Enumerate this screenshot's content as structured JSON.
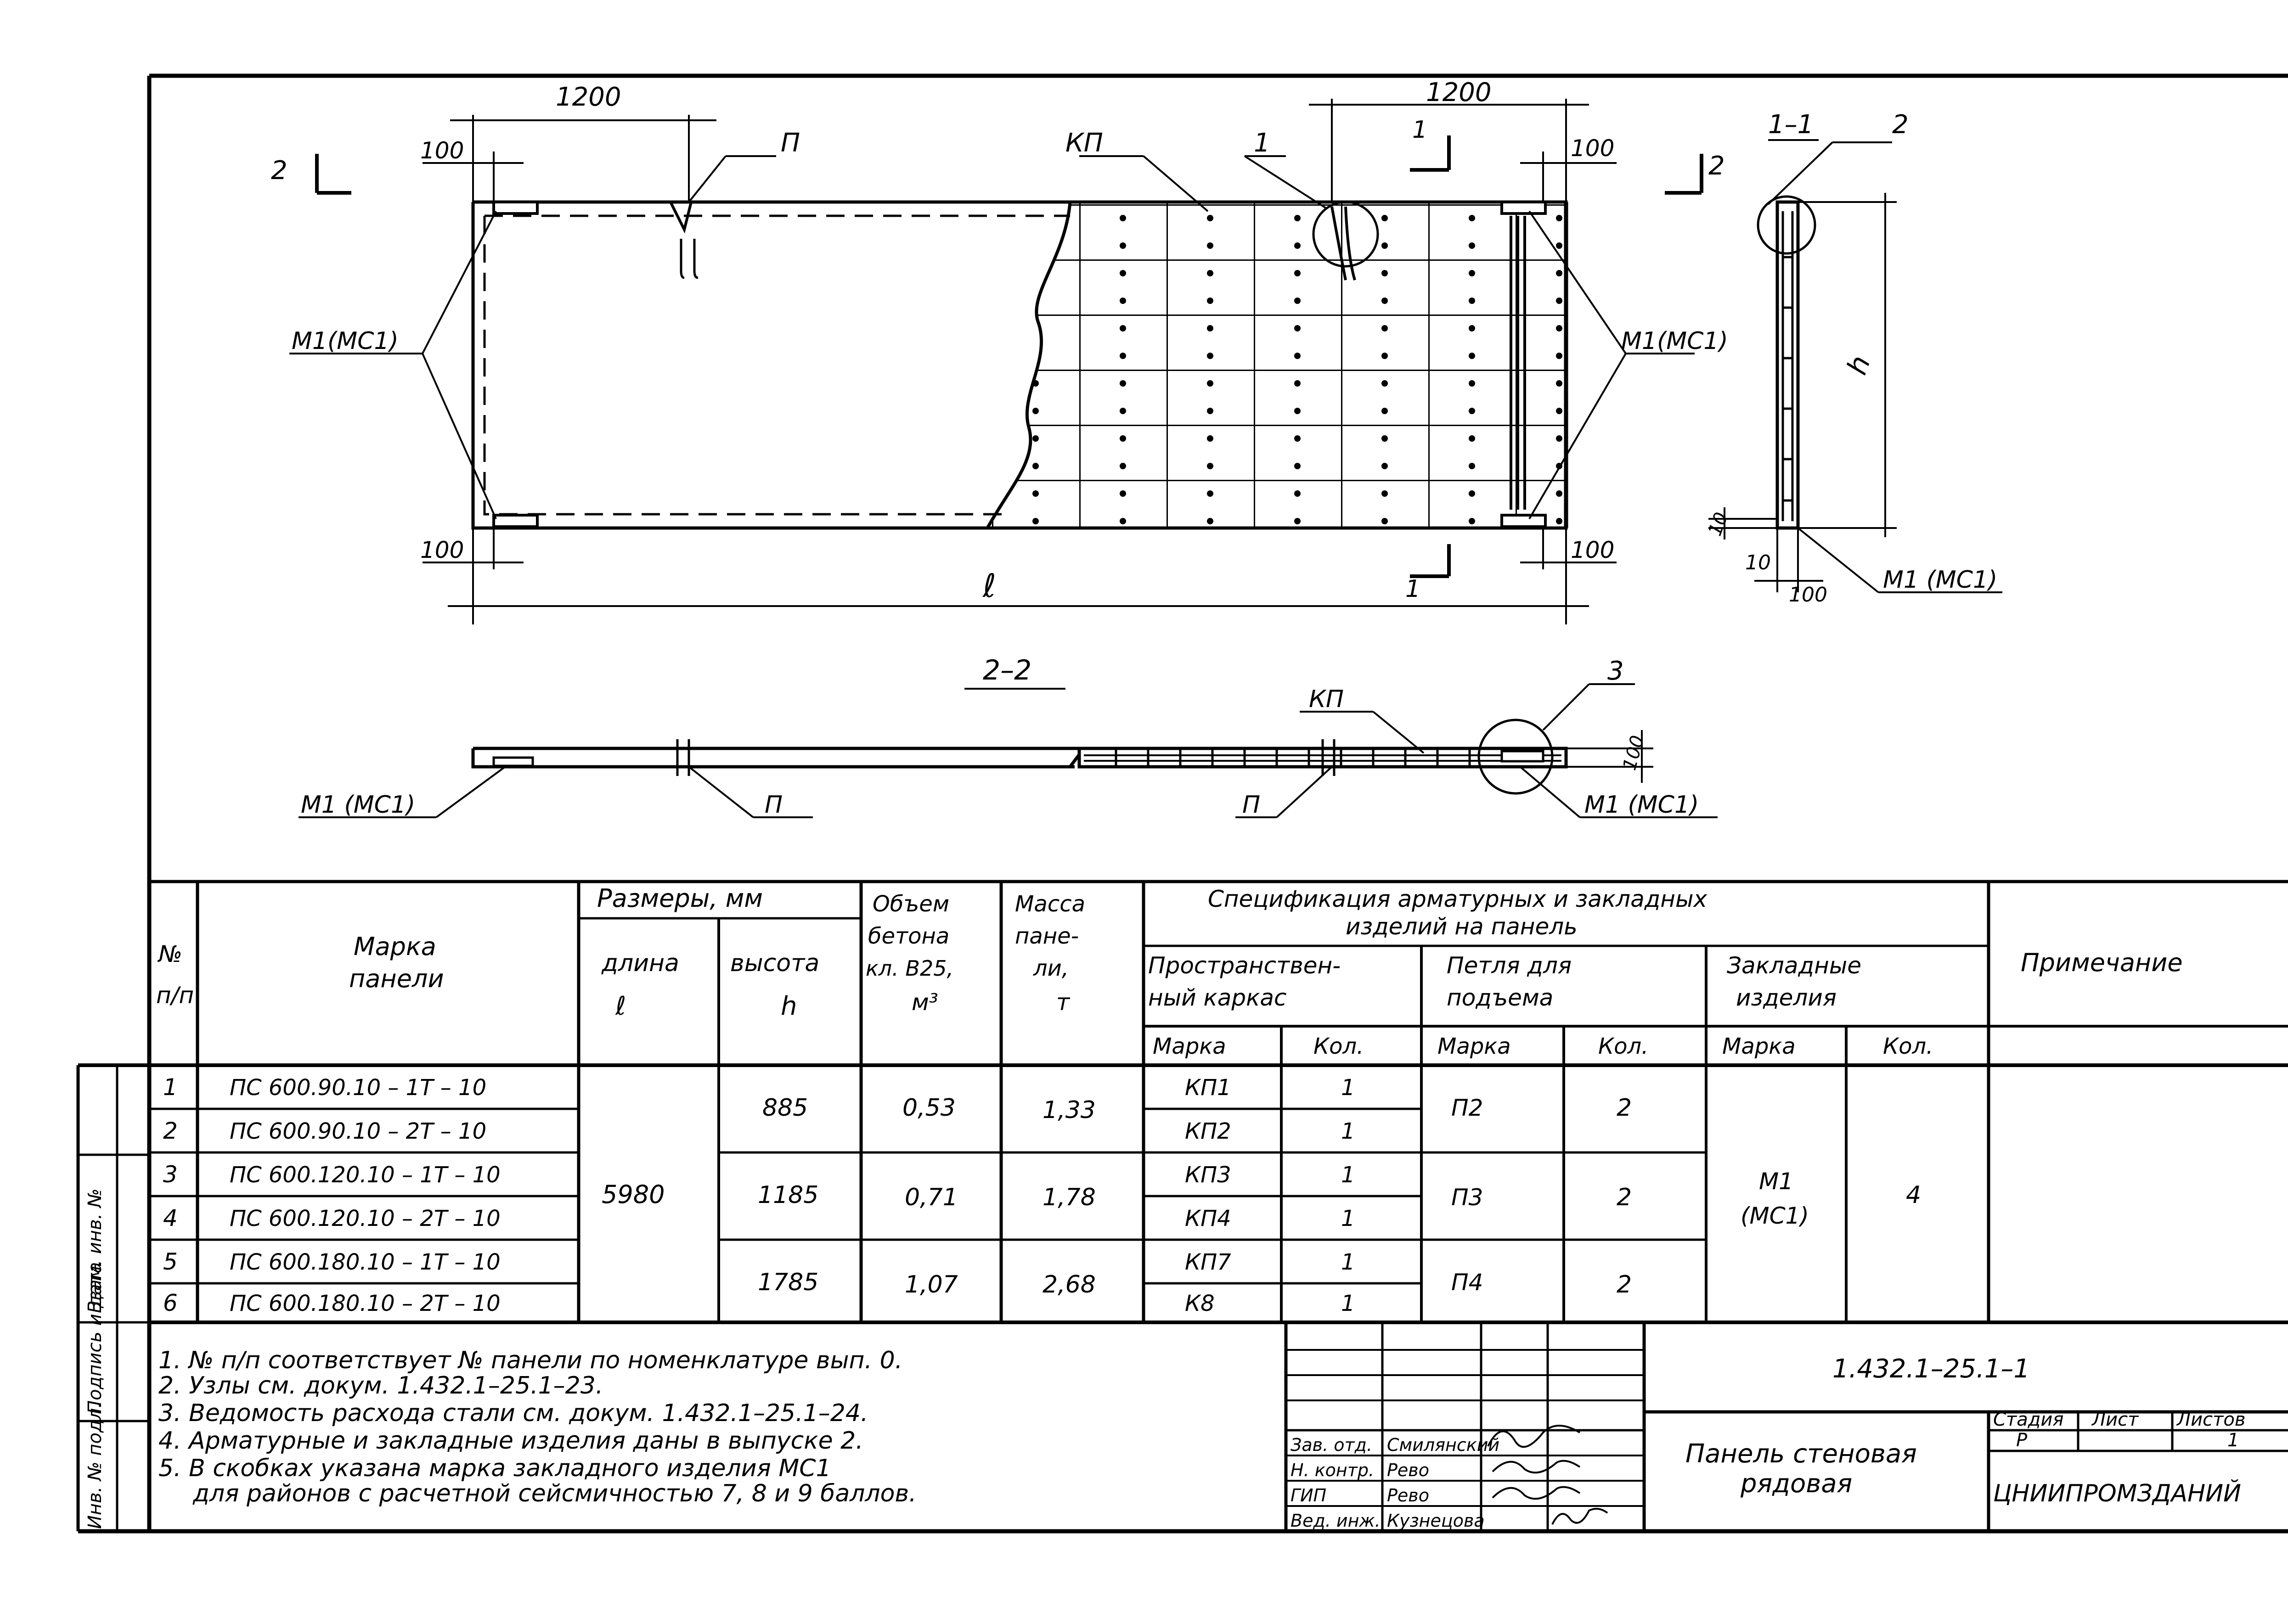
{
  "drawing": {
    "dims": {
      "d1200_left": "1200",
      "d1200_right": "1200",
      "d100_tl": "100",
      "d100_bl": "100",
      "d100_tr": "100",
      "d100_br": "100",
      "length": "ℓ",
      "sec_h": "h",
      "sec_10": "10",
      "sec_10b": "10",
      "sec_100": "100",
      "d100_22": "100"
    },
    "labels": {
      "loop_top": "П",
      "kp_top": "КП",
      "callout_1": "1",
      "cut1_top": "1",
      "cut1_bottom": "1",
      "cut2_left": "2",
      "cut2_right": "2",
      "mark_left": "М1(МС1)",
      "mark_right": "М1(МС1)",
      "section_11": "1–1",
      "section_11_callout": "2",
      "section_11_mark": "М1 (МС1)",
      "section_22": "2–2",
      "sec22_kp": "КП",
      "sec22_callout": "3",
      "sec22_mark_left": "М1 (МС1)",
      "sec22_loop_left": "П",
      "sec22_loop_right": "П",
      "sec22_mark_right": "М1 (МС1)"
    }
  },
  "table": {
    "headers": {
      "num": [
        "№",
        "п/п"
      ],
      "mark": [
        "Марка",
        "панели"
      ],
      "sizes": "Размеры, мм",
      "length": [
        "длина",
        "ℓ"
      ],
      "height": [
        "высота",
        "h"
      ],
      "volume": [
        "Объем",
        "бетона",
        "кл. В25,",
        "м³"
      ],
      "mass": [
        "Масса",
        "пане-",
        "ли,",
        "т"
      ],
      "spec": [
        "Спецификация арматурных и закладных",
        "изделий на панель"
      ],
      "frame": [
        "Пространствен-",
        "ный каркас"
      ],
      "loop": [
        "Петля для",
        "подъема"
      ],
      "embed": [
        "Закладные",
        "изделия"
      ],
      "sub_mark": "Марка",
      "sub_qty": "Кол.",
      "note": "Примечание"
    },
    "rows": [
      {
        "n": "1",
        "mark": "ПС 600.90.10 – 1Т – 10",
        "kp": "КП1",
        "kpq": "1"
      },
      {
        "n": "2",
        "mark": "ПС 600.90.10 – 2Т – 10",
        "kp": "КП2",
        "kpq": "1"
      },
      {
        "n": "3",
        "mark": "ПС 600.120.10 – 1Т – 10",
        "kp": "КП3",
        "kpq": "1"
      },
      {
        "n": "4",
        "mark": "ПС 600.120.10 – 2Т – 10",
        "kp": "КП4",
        "kpq": "1"
      },
      {
        "n": "5",
        "mark": "ПС 600.180.10 – 1Т – 10",
        "kp": "КП7",
        "kpq": "1"
      },
      {
        "n": "6",
        "mark": "ПС 600.180.10 – 2Т – 10",
        "kp": "К8",
        "kpq": "1"
      }
    ],
    "length_all": "5980",
    "groups": [
      {
        "height": "885",
        "volume": "0,53",
        "mass": "1,33",
        "loop": "П2",
        "loopq": "2"
      },
      {
        "height": "1185",
        "volume": "0,71",
        "mass": "1,78",
        "loop": "П3",
        "loopq": "2"
      },
      {
        "height": "1785",
        "volume": "1,07",
        "mass": "2,68",
        "loop": "П4",
        "loopq": "2"
      }
    ],
    "embed_mark": [
      "М1",
      "(МС1)"
    ],
    "embed_qty": "4"
  },
  "notes": [
    "1. № п/п соответствует № панели по номенклатуре вып. 0.",
    "2. Узлы см. докум. 1.432.1–25.1–23.",
    "3. Ведомость расхода стали см. докум. 1.432.1–25.1–24.",
    "4. Арматурные и закладные изделия даны в выпуске 2.",
    "5. В скобках указана марка закладного изделия МС1",
    "для районов с расчетной сейсмичностью 7, 8 и 9 баллов."
  ],
  "stamp": {
    "doc_code": "1.432.1–25.1–1",
    "title": [
      "Панель стеновая",
      "рядовая"
    ],
    "stage_label": "Стадия",
    "sheet_label": "Лист",
    "sheets_label": "Листов",
    "stage": "Р",
    "sheets": "1",
    "org": "ЦНИИПРОМЗДАНИЙ",
    "signers": [
      {
        "role": "Зав. отд.",
        "name": "Смилянский"
      },
      {
        "role": "Н. контр.",
        "name": "Рево"
      },
      {
        "role": "ГИП",
        "name": "Рево"
      },
      {
        "role": "Вед. инж.",
        "name": "Кузнецова"
      }
    ]
  },
  "side": [
    "Инв. № подл.",
    "Подпись и дата",
    "Взам. инв. №"
  ]
}
